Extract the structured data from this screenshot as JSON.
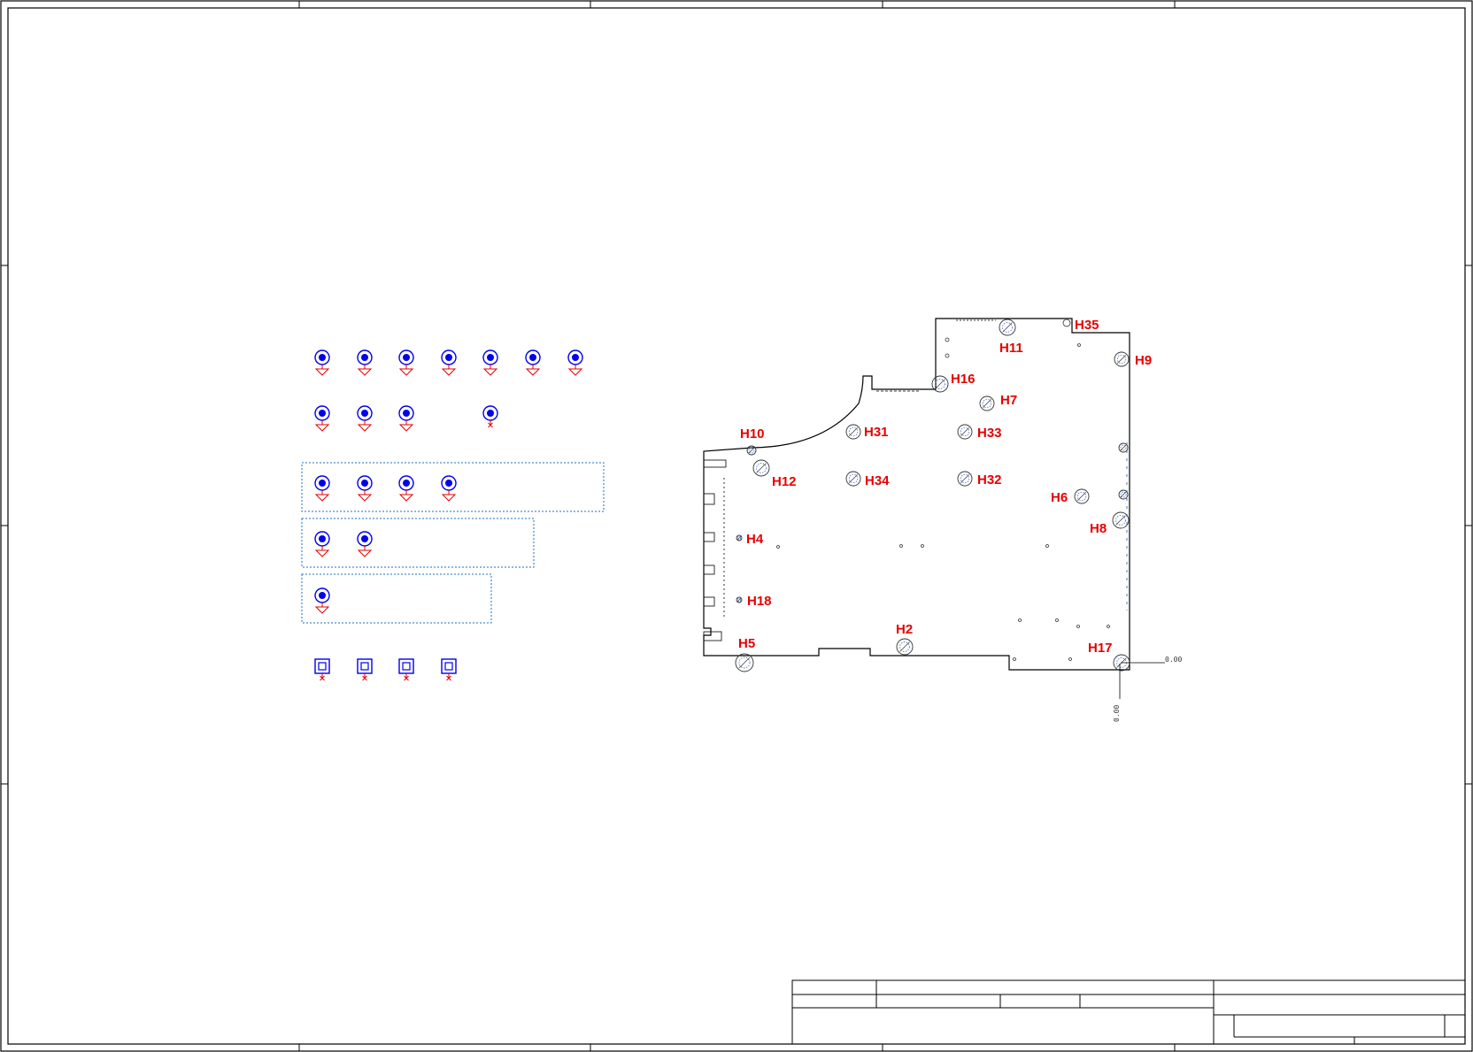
{
  "drawing": {
    "colors": {
      "symbol": "#0000ee",
      "ground": "#e60000",
      "label": "#e60000",
      "outline": "#000000",
      "group_box": "#1a70c8"
    },
    "hole_labels": [
      "H35",
      "H11",
      "H9",
      "H16",
      "H7",
      "H10",
      "H31",
      "H33",
      "H12",
      "H34",
      "H32",
      "H6",
      "H8",
      "H4",
      "H18",
      "H2",
      "H5",
      "H17"
    ],
    "dimensions": {
      "x_origin": "0.00",
      "y_origin": "0.00"
    }
  }
}
